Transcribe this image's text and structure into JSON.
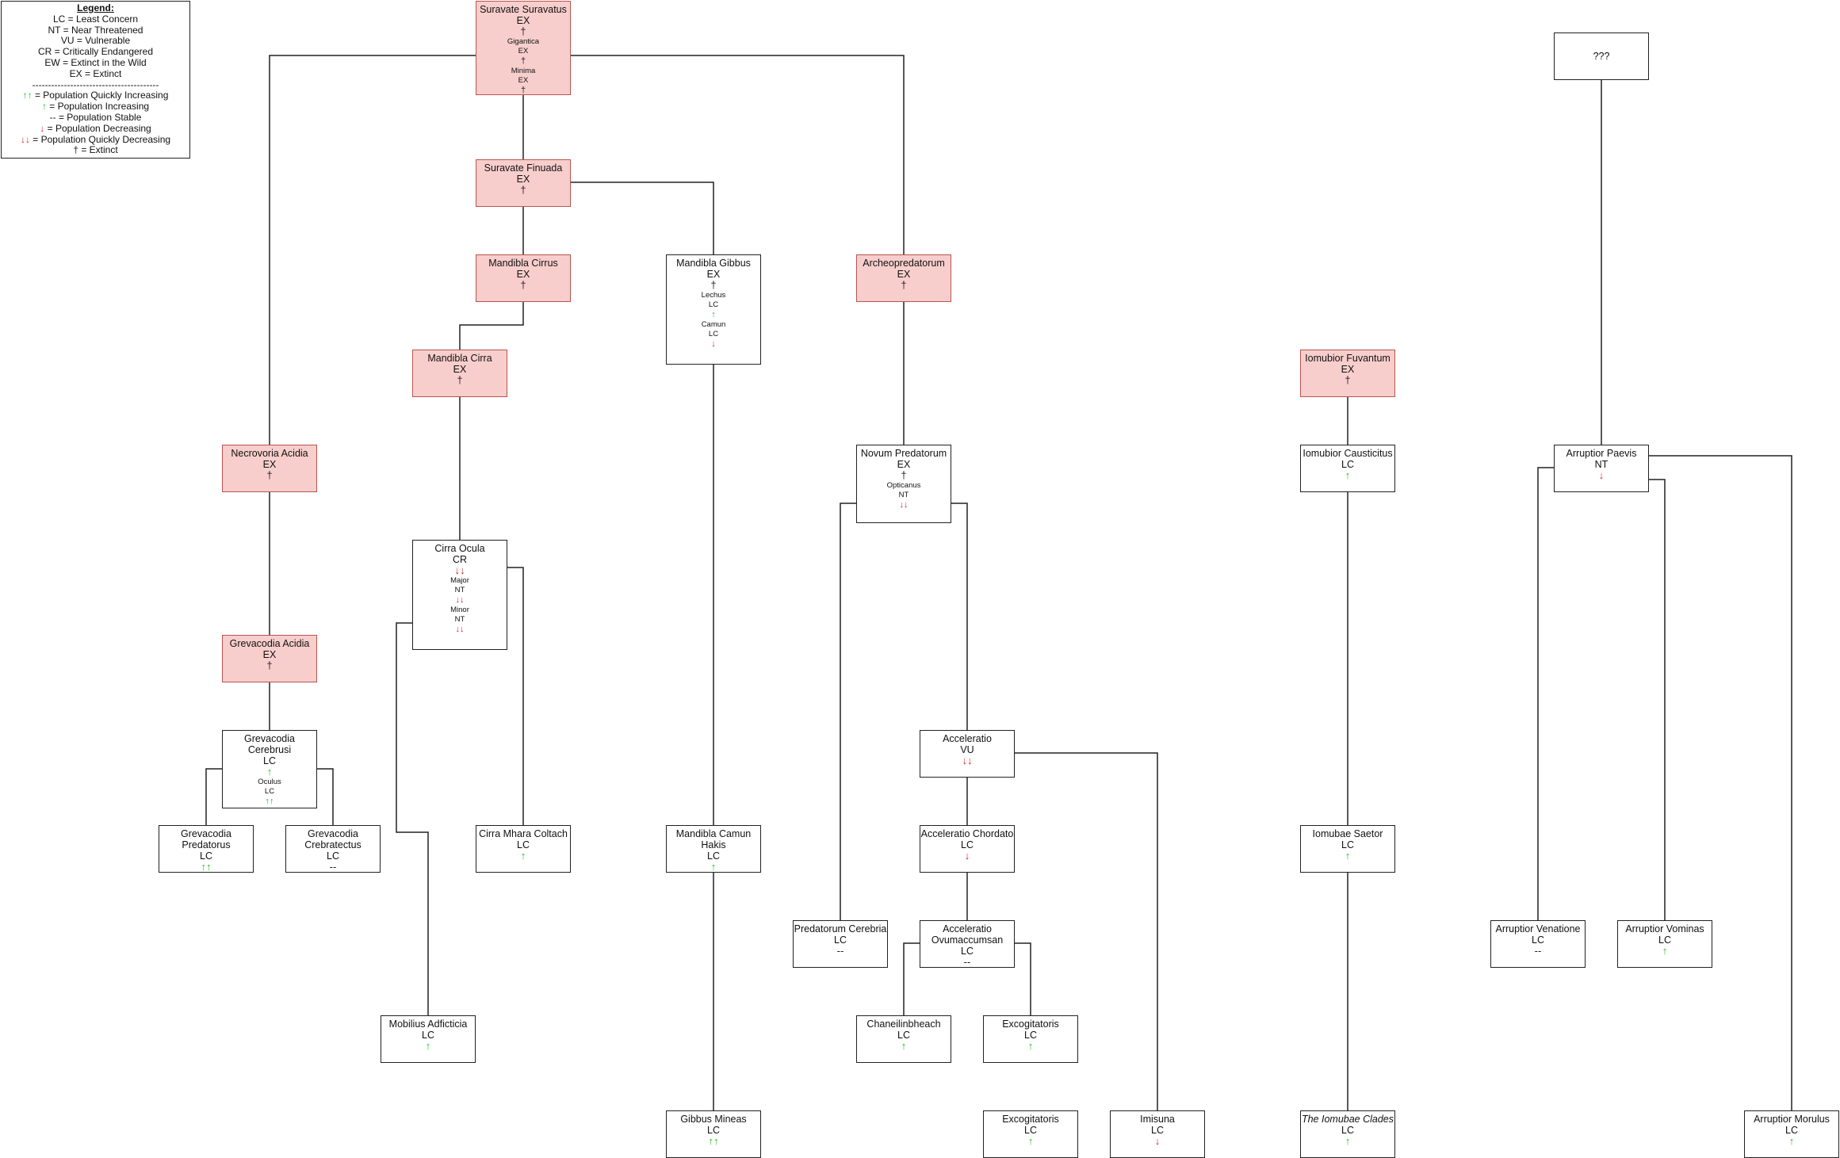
{
  "colors": {
    "extinct_fill": "#f8cecc",
    "extinct_border": "#b85450",
    "increase": "#1fc21f",
    "decrease": "#e02020",
    "line": "#222222"
  },
  "symbols": {
    "up2": "↑↑",
    "up": "↑",
    "stable": "--",
    "down": "↓",
    "down2": "↓↓",
    "dagger": "†"
  },
  "legend": {
    "title": "Legend:",
    "lines": [
      {
        "text": "LC = Least Concern"
      },
      {
        "text": "NT = Near Threatened"
      },
      {
        "text": "VU = Vulnerable"
      },
      {
        "text": "CR = Critically Endangered"
      },
      {
        "text": "EW = Extinct in the Wild"
      },
      {
        "text": "EX = Extinct"
      },
      {
        "text": "----------------------------------------"
      },
      {
        "sym": "↑↑",
        "color": "increase",
        "text": " = Population Quickly Increasing"
      },
      {
        "sym": "↑",
        "color": "increase",
        "text": " = Population Increasing"
      },
      {
        "sym": "--",
        "color": "line",
        "text": " = Population Stable"
      },
      {
        "sym": "↓",
        "color": "decrease",
        "text": " = Population Decreasing"
      },
      {
        "sym": "↓↓",
        "color": "decrease",
        "text": " = Population Quickly Decreasing"
      },
      {
        "sym": "†",
        "color": "line",
        "text": " = Extinct"
      }
    ]
  },
  "nodes": [
    {
      "id": "suravatus",
      "name": "Suravate Suravatus",
      "status": "EX",
      "trend": "dagger",
      "extinct": true,
      "sub": [
        {
          "name": "Gigantica",
          "status": "EX",
          "trend": "dagger"
        },
        {
          "name": "Minima",
          "status": "EX",
          "trend": "dagger"
        }
      ]
    },
    {
      "id": "finuada",
      "name": "Suravate Finuada",
      "status": "EX",
      "trend": "dagger",
      "extinct": true
    },
    {
      "id": "cirrus",
      "name": "Mandibla Cirrus",
      "status": "EX",
      "trend": "dagger",
      "extinct": true
    },
    {
      "id": "gibbus",
      "name": "Mandibla Gibbus",
      "status": "EX",
      "trend": "dagger",
      "sub": [
        {
          "name": "Lechus",
          "status": "LC",
          "trend": "up"
        },
        {
          "name": "Camun",
          "status": "LC",
          "trend": "down"
        }
      ]
    },
    {
      "id": "archeo",
      "name": "Archeopredatorum",
      "status": "EX",
      "trend": "dagger",
      "extinct": true
    },
    {
      "id": "cirra",
      "name": "Mandibla Cirra",
      "status": "EX",
      "trend": "dagger",
      "extinct": true
    },
    {
      "id": "fuvantum",
      "name": "Iomubior Fuvantum",
      "status": "EX",
      "trend": "dagger",
      "extinct": true
    },
    {
      "id": "unknown",
      "name": "???"
    },
    {
      "id": "necrovoria",
      "name": "Necrovoria Acidia",
      "status": "EX",
      "trend": "dagger",
      "extinct": true
    },
    {
      "id": "novum",
      "name": "Novum Predatorum",
      "status": "EX",
      "trend": "dagger",
      "sub": [
        {
          "name": "Opticanus",
          "status": "NT",
          "trend": "down2"
        }
      ]
    },
    {
      "id": "causticitus",
      "name": "Iomubior Causticitus",
      "status": "LC",
      "trend": "up"
    },
    {
      "id": "paevis",
      "name": "Arruptior Paevis",
      "status": "NT",
      "trend": "down"
    },
    {
      "id": "cirraocula",
      "name": "Cirra Ocula",
      "status": "CR",
      "trend": "down2",
      "sub": [
        {
          "name": "Major",
          "status": "NT",
          "trend": "down2"
        },
        {
          "name": "Minor",
          "status": "NT",
          "trend": "down2"
        }
      ]
    },
    {
      "id": "grevacidia",
      "name": "Grevacodia Acidia",
      "status": "EX",
      "trend": "dagger",
      "extinct": true
    },
    {
      "id": "cerebrusi",
      "name": "Grevacodia Cerebrusi",
      "status": "LC",
      "trend": "up",
      "sub": [
        {
          "name": "Oculus",
          "status": "LC",
          "trend": "up2"
        }
      ]
    },
    {
      "id": "acceleratio",
      "name": "Acceleratio",
      "status": "VU",
      "trend": "down2"
    },
    {
      "id": "predatorus",
      "name": "Grevacodia Predatorus",
      "status": "LC",
      "trend": "up2"
    },
    {
      "id": "crebratectus",
      "name": "Grevacodia Crebratectus",
      "status": "LC",
      "trend": "stable"
    },
    {
      "id": "mhara",
      "name": "Cirra Mhara Coltach",
      "status": "LC",
      "trend": "up"
    },
    {
      "id": "camunhakis",
      "name": "Mandibla Camun Hakis",
      "status": "LC",
      "trend": "up"
    },
    {
      "id": "chordato",
      "name": "Acceleratio Chordato",
      "status": "LC",
      "trend": "down"
    },
    {
      "id": "saetor",
      "name": "Iomubae Saetor",
      "status": "LC",
      "trend": "up"
    },
    {
      "id": "cerebria",
      "name": "Predatorum Cerebria",
      "status": "LC",
      "trend": "stable"
    },
    {
      "id": "ovum",
      "name": "Acceleratio Ovumaccumsan",
      "status": "LC",
      "trend": "stable"
    },
    {
      "id": "venatione",
      "name": "Arruptior Venatione",
      "status": "LC",
      "trend": "stable"
    },
    {
      "id": "vominas",
      "name": "Arruptior Vominas",
      "status": "LC",
      "trend": "up"
    },
    {
      "id": "adficticia",
      "name": "Mobilius Adficticia",
      "status": "LC",
      "trend": "up"
    },
    {
      "id": "chaneil",
      "name": "Chaneilinbheach",
      "status": "LC",
      "trend": "up"
    },
    {
      "id": "excog1",
      "name": "Excogitatoris",
      "status": "LC",
      "trend": "up"
    },
    {
      "id": "mineas",
      "name": "Gibbus Mineas",
      "status": "LC",
      "trend": "up2"
    },
    {
      "id": "excog2",
      "name": "Excogitatoris",
      "status": "LC",
      "trend": "up"
    },
    {
      "id": "imisuna",
      "name": "Imisuna",
      "status": "LC",
      "trend": "down"
    },
    {
      "id": "clades",
      "name": "The Iomubae Clades",
      "status": "LC",
      "trend": "up",
      "italic": true
    },
    {
      "id": "morulus",
      "name": "Arruptior Morulus",
      "status": "LC",
      "trend": "up"
    }
  ]
}
